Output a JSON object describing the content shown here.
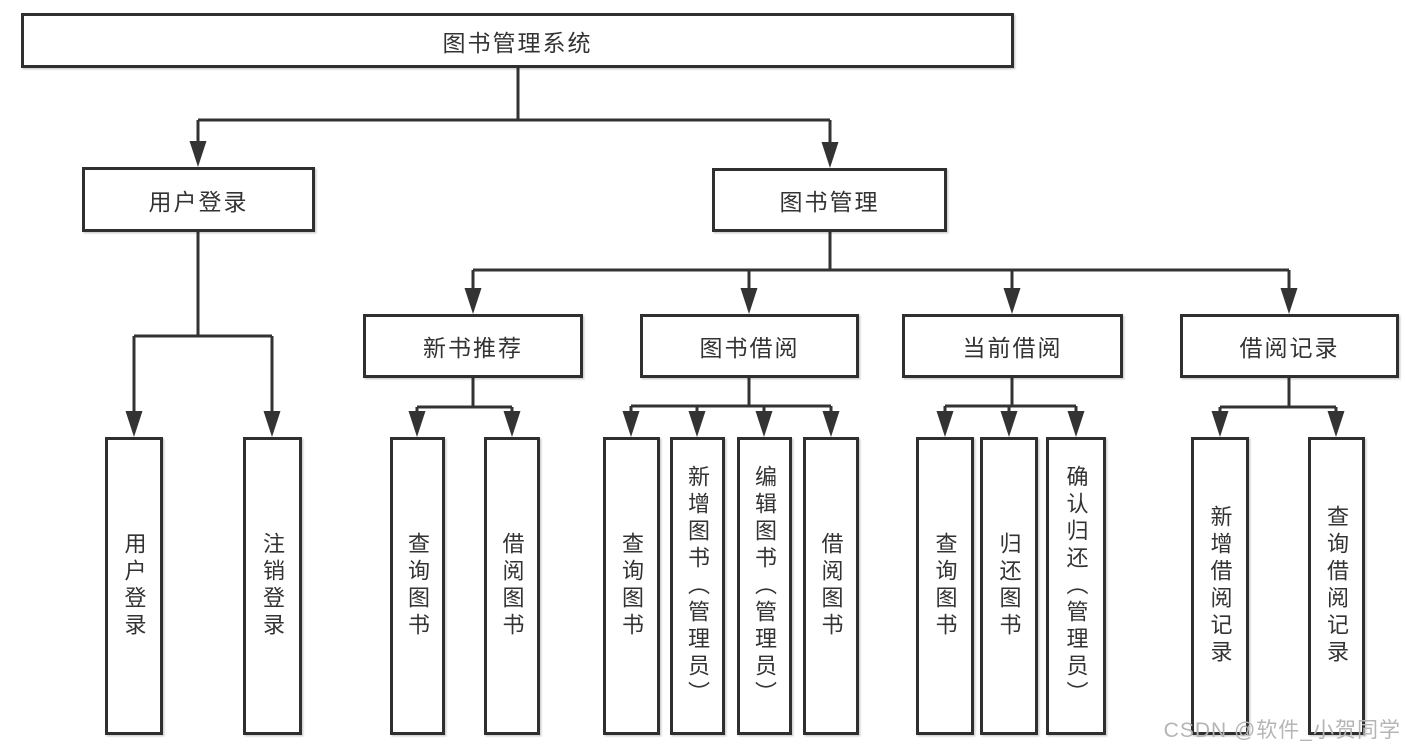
{
  "tree": {
    "root": {
      "label": "图书管理系统"
    },
    "user_login": {
      "label": "用户登录",
      "children": [
        "用户登录",
        "注销登录"
      ]
    },
    "book_management": {
      "label": "图书管理",
      "sections": {
        "new_book_recommend": {
          "label": "新书推荐",
          "children": [
            "查询图书",
            "借阅图书"
          ]
        },
        "book_borrowing": {
          "label": "图书借阅",
          "children": [
            "查询图书",
            "新增图书（管理员）",
            "编辑图书（管理员）",
            "借阅图书"
          ]
        },
        "current_borrowing": {
          "label": "当前借阅",
          "children": [
            "查询图书",
            "归还图书",
            "确认归还（管理员）"
          ]
        },
        "borrowing_records": {
          "label": "借阅记录",
          "children": [
            "新增借阅记录",
            "查询借阅记录"
          ]
        }
      }
    }
  },
  "watermark": "CSDN @软件_小贺同学",
  "colors": {
    "line": "#333333",
    "box_border": "#2f2f2f",
    "text": "#333333",
    "watermark": "#b5b5b5",
    "background": "#ffffff"
  }
}
